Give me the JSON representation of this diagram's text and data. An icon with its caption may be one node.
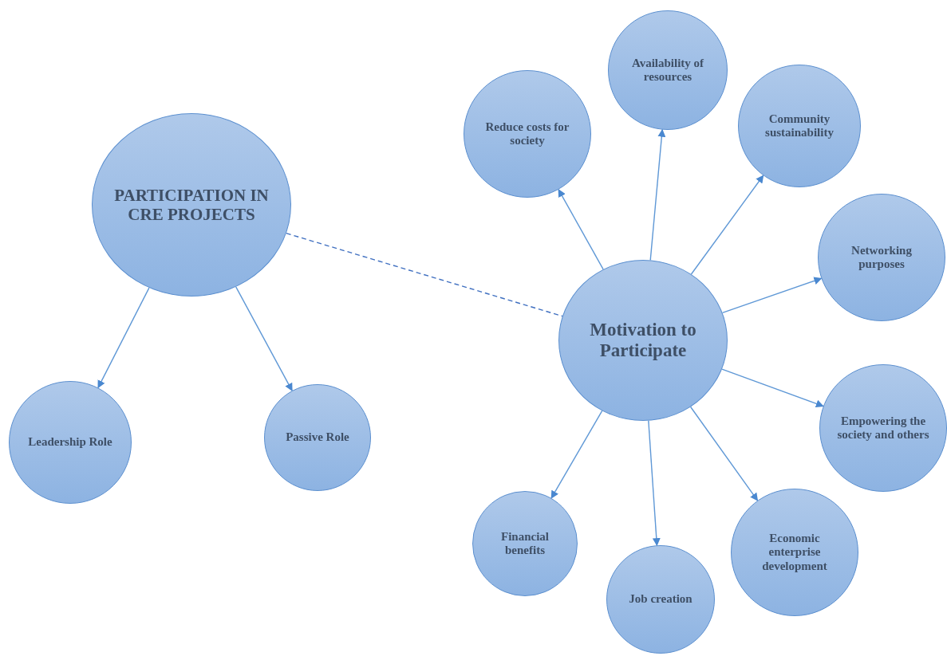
{
  "diagram": {
    "nodes": [
      {
        "text": [
          "PARTICIPATION IN CRE PROJECTS"
        ]
      },
      {
        "text": [
          "Leadership Role"
        ]
      },
      {
        "text": [
          "Passive Role"
        ]
      },
      {
        "text": [
          "Motivation to Participate"
        ]
      },
      {
        "text": [
          "Reduce costs for society"
        ]
      },
      {
        "text": [
          "Availability of resources"
        ]
      },
      {
        "text": [
          "Community sustainability"
        ]
      },
      {
        "text": [
          "Networking purposes"
        ]
      },
      {
        "text": [
          "Empowering the society and others"
        ]
      },
      {
        "text": [
          "Economic enterprise development"
        ]
      },
      {
        "text": [
          "Job creation"
        ]
      },
      {
        "text": [
          "Financial benefits"
        ]
      }
    ],
    "edges": [
      {
        "from": 0,
        "to": 1,
        "arrow": "to"
      },
      {
        "from": 0,
        "to": 2,
        "arrow": "to"
      },
      {
        "from": 0,
        "to": 3,
        "arrow": "none",
        "style": "dashed"
      },
      {
        "from": 3,
        "to": 4,
        "arrow": "to"
      },
      {
        "from": 3,
        "to": 5,
        "arrow": "to"
      },
      {
        "from": 3,
        "to": 6,
        "arrow": "to"
      },
      {
        "from": 3,
        "to": 7,
        "arrow": "to"
      },
      {
        "from": 3,
        "to": 8,
        "arrow": "to"
      },
      {
        "from": 3,
        "to": 9,
        "arrow": "to"
      },
      {
        "from": 3,
        "to": 10,
        "arrow": "to"
      },
      {
        "from": 3,
        "to": 11,
        "arrow": "to"
      }
    ]
  }
}
